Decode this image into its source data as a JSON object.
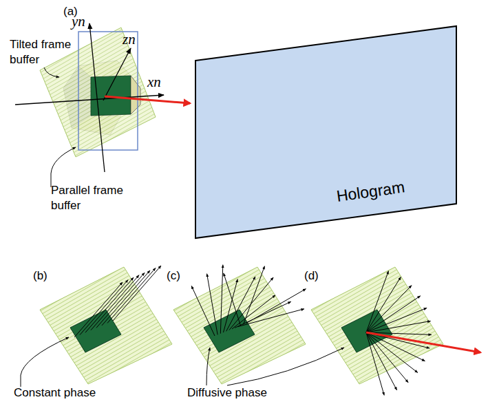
{
  "diagram": {
    "nodes": [
      {
        "text": [
          "Hologram"
        ]
      }
    ],
    "labels": [
      "(a)",
      "yn",
      "zn",
      "xn",
      "Tilted frame buffer",
      "Parallel frame buffer",
      "(b)",
      "(c)",
      "(d)",
      "Constant phase",
      "Diffusive phase"
    ]
  }
}
